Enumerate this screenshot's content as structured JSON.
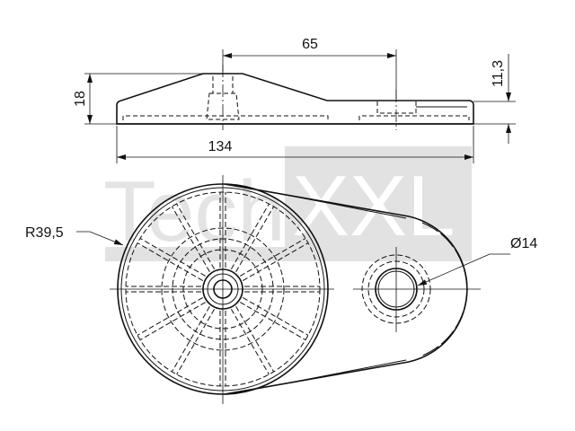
{
  "drawing": {
    "dimensions": {
      "center_distance": "65",
      "total_height": "18",
      "plate_height": "11,3",
      "total_length": "134",
      "radius": "R39,5",
      "bore_diameter": "Ø14"
    },
    "watermark": {
      "part1": "Tech",
      "part2": "XXL"
    },
    "colors": {
      "line": "#111111",
      "watermark_box": "#e2e2e2"
    }
  }
}
